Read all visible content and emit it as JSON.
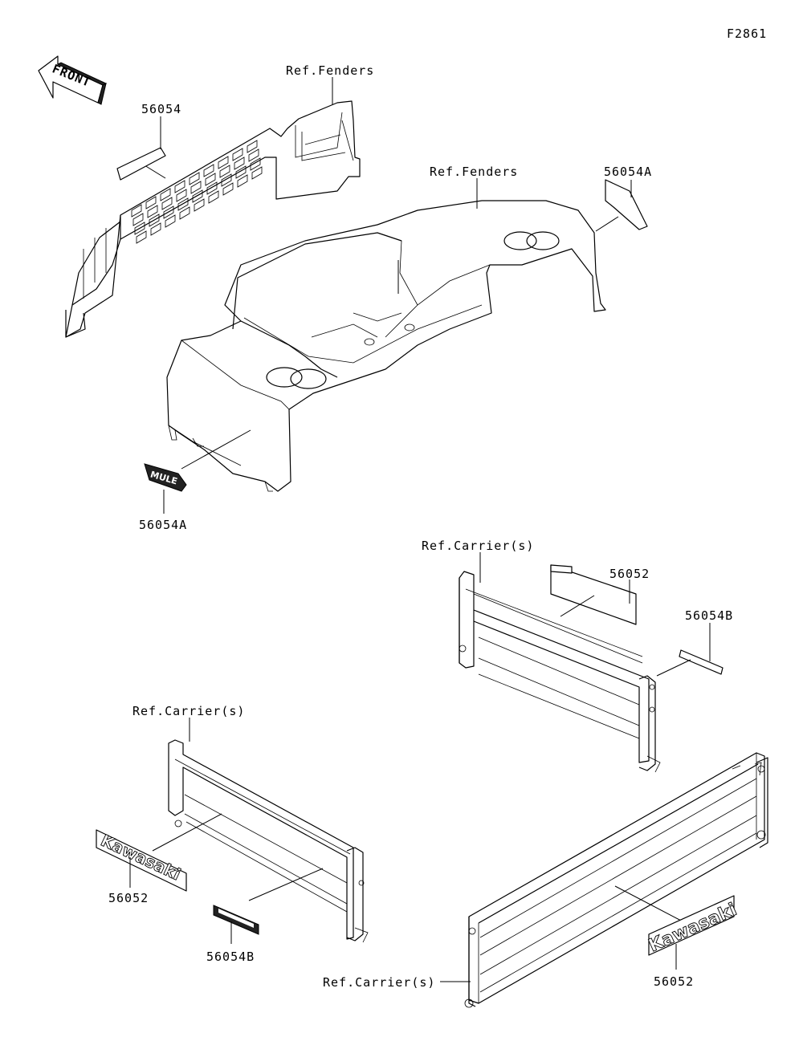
{
  "diagram_id": "F2861",
  "front_label": "FRONT",
  "labels": {
    "ref_fenders_1": "Ref.Fenders",
    "ref_fenders_2": "Ref.Fenders",
    "p56054_top": "56054",
    "p56054A_right": "56054A",
    "p56054A_left": "56054A",
    "ref_carrier_1": "Ref.Carrier(s)",
    "p56052_right": "56052",
    "p56054B_right": "56054B",
    "ref_carrier_2": "Ref.Carrier(s)",
    "p56052_left": "56052",
    "p56054B_left": "56054B",
    "ref_carrier_3": "Ref.Carrier(s)",
    "p56052_bottom": "56052"
  },
  "decal_text": {
    "kawasaki": "Kawasaki",
    "mule": "MULE"
  }
}
